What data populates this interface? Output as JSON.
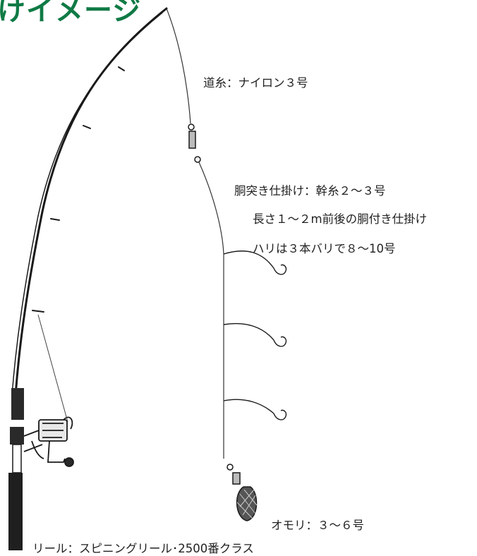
{
  "title": "けイメージ",
  "labels": {
    "main_line": "道糸：ナイロン３号",
    "rig_line1": "胴突き仕掛け：幹糸２～３号",
    "rig_line2": "長さ１～２m前後の胴付き仕掛け",
    "rig_line3": "ハリは３本バリで８～10号",
    "sinker": "オモリ：３～６号",
    "reel": "リール：スピニングリール･2500番クラス"
  }
}
